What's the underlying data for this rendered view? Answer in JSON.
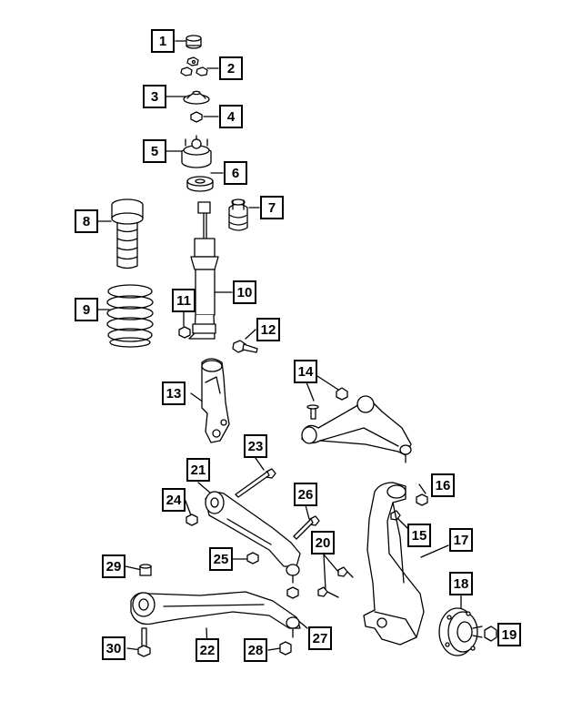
{
  "diagram": {
    "colors": {
      "ink": "#000000",
      "paper": "#ffffff",
      "shade": "#d8d8d8"
    },
    "callouts": [
      {
        "id": "1",
        "label": "1"
      },
      {
        "id": "2",
        "label": "2"
      },
      {
        "id": "3",
        "label": "3"
      },
      {
        "id": "4",
        "label": "4"
      },
      {
        "id": "5",
        "label": "5"
      },
      {
        "id": "6",
        "label": "6"
      },
      {
        "id": "7",
        "label": "7"
      },
      {
        "id": "8",
        "label": "8"
      },
      {
        "id": "9",
        "label": "9"
      },
      {
        "id": "10",
        "label": "10"
      },
      {
        "id": "11",
        "label": "11"
      },
      {
        "id": "12",
        "label": "12"
      },
      {
        "id": "13",
        "label": "13"
      },
      {
        "id": "14",
        "label": "14"
      },
      {
        "id": "15",
        "label": "15"
      },
      {
        "id": "16",
        "label": "16"
      },
      {
        "id": "17",
        "label": "17"
      },
      {
        "id": "18",
        "label": "18"
      },
      {
        "id": "19",
        "label": "19"
      },
      {
        "id": "20",
        "label": "20"
      },
      {
        "id": "21",
        "label": "21"
      },
      {
        "id": "22",
        "label": "22"
      },
      {
        "id": "23",
        "label": "23"
      },
      {
        "id": "24",
        "label": "24"
      },
      {
        "id": "25",
        "label": "25"
      },
      {
        "id": "26",
        "label": "26"
      },
      {
        "id": "27",
        "label": "27"
      },
      {
        "id": "28",
        "label": "28"
      },
      {
        "id": "29",
        "label": "29"
      },
      {
        "id": "30",
        "label": "30"
      }
    ]
  }
}
